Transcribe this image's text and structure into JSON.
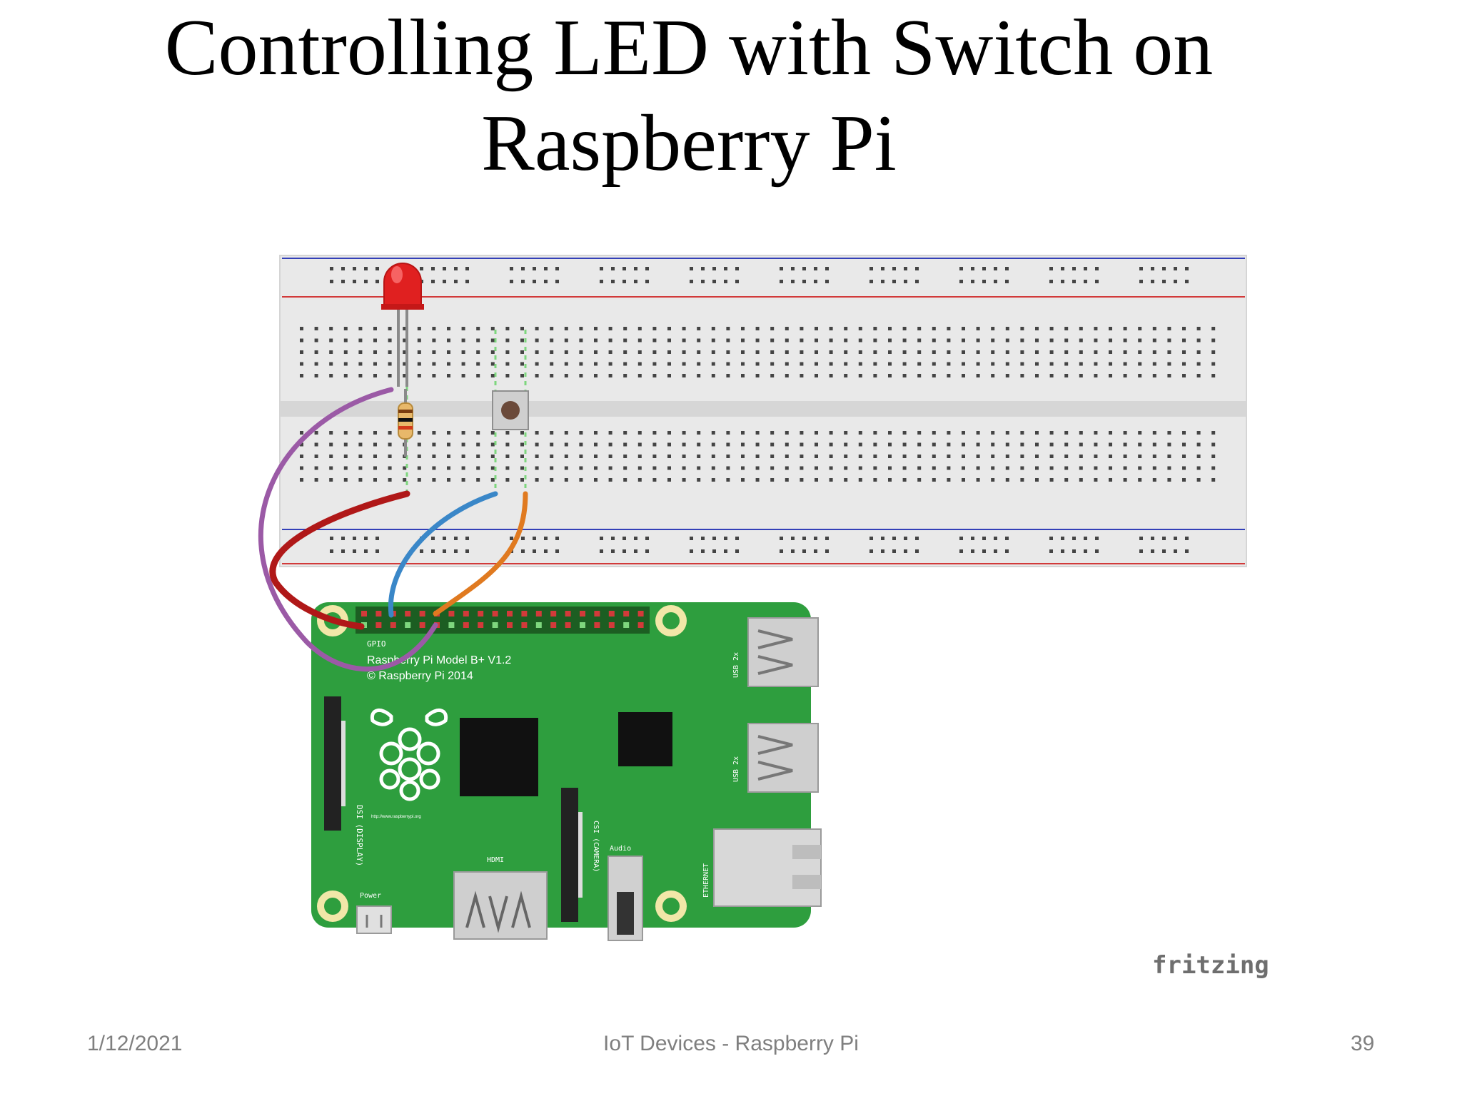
{
  "slide": {
    "title_line1": "Controlling LED with Switch on",
    "title_line2": "Raspberry Pi"
  },
  "board": {
    "gpio_label": "GPIO",
    "model_line1": "Raspberry Pi Model B+ V1.2",
    "model_line2": "© Raspberry Pi 2014",
    "dsi_label": "DSI (DISPLAY)",
    "url_text": "http://www.raspberrypi.org",
    "hdmi_label": "HDMI",
    "power_label": "Power",
    "csi_label": "CSI (CAMERA)",
    "audio_label": "Audio",
    "usb_top_label": "USB 2x",
    "usb_bottom_label": "USB 2x",
    "ethernet_label": "ETHERNET"
  },
  "components": {
    "led_color": "#e02020",
    "wire_colors": {
      "purple": "#9b5aa6",
      "red": "#b01818",
      "blue": "#3a87c8",
      "orange": "#e07a20"
    },
    "board_color": "#2e9e3e",
    "breadboard_color": "#e9e9e9"
  },
  "watermark": "fritzing",
  "footer": {
    "date": "1/12/2021",
    "center": "IoT Devices - Raspberry Pi",
    "page": "39"
  }
}
